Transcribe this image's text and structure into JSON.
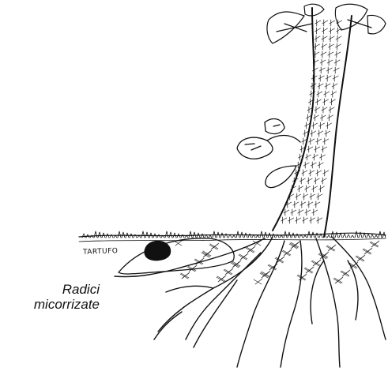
{
  "labels": {
    "truffle": "TARTUFO",
    "roots_line1": "Radici",
    "roots_line2": "micorrizate"
  },
  "colors": {
    "ink": "#111111",
    "paper": "#ffffff"
  }
}
